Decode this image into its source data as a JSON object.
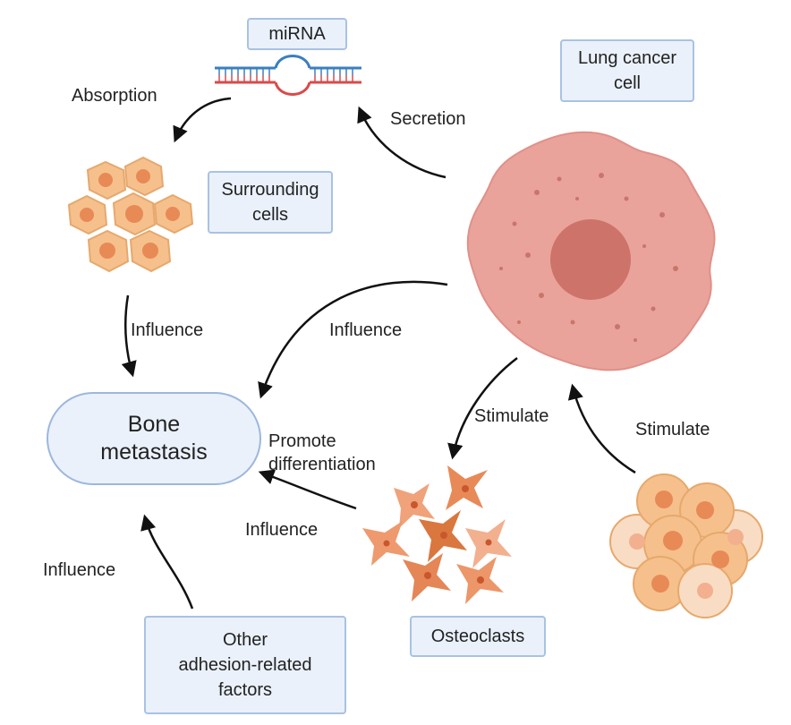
{
  "boxes": {
    "mirna": "miRNA",
    "lung_cancer_cell": "Lung cancer\ncell",
    "surrounding_cells": "Surrounding\ncells",
    "osteoclasts": "Osteoclasts",
    "other_factors": "Other\nadhesion-related\nfactors"
  },
  "center": {
    "bone_metastasis": "Bone\nmetastasis"
  },
  "labels": {
    "absorption": "Absorption",
    "secretion": "Secretion",
    "influence_left": "Influence",
    "influence_center": "Influence",
    "stimulate_center": "Stimulate",
    "stimulate_right": "Stimulate",
    "promote_differentiation": "Promote\ndifferentiation",
    "influence_osteoclasts": "Influence",
    "influence_bottom": "Influence"
  },
  "colors": {
    "box_fill": "#eaf1fb",
    "box_border": "#a9c2e3",
    "cancer_cell": "#e9a39b",
    "cancer_nucleus": "#cd736a",
    "cell_fill": "#f4b47a",
    "cell_nucleus": "#e88a55",
    "osteoclast": "#e6875a",
    "mirna_blue": "#3a7fc0",
    "mirna_red": "#d84b4b"
  }
}
